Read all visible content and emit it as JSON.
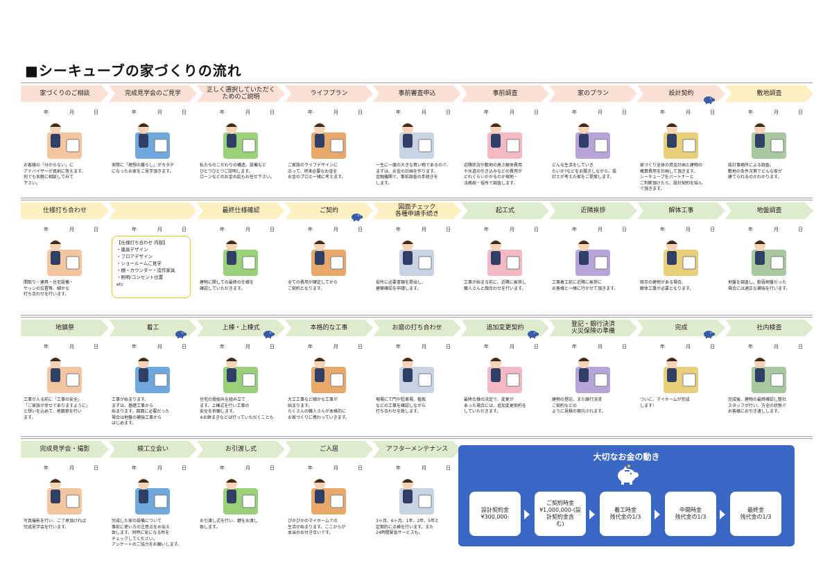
{
  "title": "■シーキューブの家づくりの流れ",
  "date_labels": {
    "year": "年",
    "month": "月",
    "day": "日"
  },
  "rows": [
    {
      "steps": [
        {
          "label": "家づくりのご相談",
          "color": "pink",
          "desc": "お客様の「分からない」に\nアドバイザーが真剣に答えます。\n何でも気軽に相談してみて\n下さい。",
          "pig": false
        },
        {
          "label": "完成見学会のご見学",
          "color": "pink",
          "desc": "実際に「理想の暮らし」がカタチ\nになったお家をご見学頂きます。",
          "pig": false
        },
        {
          "label": "正しく選択していただく\nためのご説明",
          "color": "pink",
          "desc": "私たちのこだわりの構造、設備など\nひとつひとつご説明します。\nローンなどのお金の話もお任せ下さい。",
          "pig": false
        },
        {
          "label": "ライフプラン",
          "color": "pink",
          "desc": "ご家族のライフデザインに\n沿って、将来必要なお金を\nお金のプロと一緒に考えます。",
          "pig": false
        },
        {
          "label": "事前審査申込",
          "color": "pink",
          "desc": "一生に一度の大きな買い物であるので、\nまずは、お金の計画を作ります。\n金融機関で、事前調査の手続きを\nします。",
          "pig": false
        },
        {
          "label": "事前調査",
          "color": "pink",
          "desc": "近隣状況や敷地の高さ解体費用\nや水道の引き込みなどの費用が\nどれくらいかかるのか現地・\n法務局・役所で調査します。",
          "pig": false
        },
        {
          "label": "家のプラン",
          "color": "pink",
          "desc": "どんな生活をしていき\nたいか?などをお聞きしながら、設\n計士が考えた家をご提案します。",
          "pig": false
        },
        {
          "label": "設計契約",
          "color": "pink",
          "desc": "家づくり全体の資金計画と建物の\n概算費用を計画して頂きます。\nシーキューブをパートナーと\nご判断頂けたら、設計契約を結ん\nで頂きます。",
          "pig": true
        },
        {
          "label": "敷地調査",
          "color": "yellow",
          "desc": "設計事務所による調査。\n敷地の条件次第でどんな家が\n建てられるのかわかります。",
          "pig": false
        }
      ]
    },
    {
      "steps": [
        {
          "label": "仕様打ち合わせ",
          "color": "yellow",
          "desc": "間取り・建具・住宅設備・\nサッシの位置等、細かな\n打ち合わせを行います。",
          "pig": false
        },
        {
          "label": "",
          "color": "yellow",
          "desc": "",
          "pig": false,
          "note": "【仕様打ち合わせ 内容】\n・建具デザイン\n・フロアデザイン\n・ショールームご見学\n・棚・カウンター・造作家具\n・照明/コンセント位置\netc"
        },
        {
          "label": "最終仕様確認",
          "color": "yellow",
          "desc": "建物に関しての最終の仕様を\n確認していただきます。",
          "pig": false
        },
        {
          "label": "ご契約",
          "color": "yellow",
          "desc": "全ての費用が確定してから\nご契約となります。",
          "pig": true
        },
        {
          "label": "図面チェック\n各種申請手続き",
          "color": "yellow",
          "desc": "役所に必要書類を提出し、\n建築確認を申請します。",
          "pig": false
        },
        {
          "label": "起工式",
          "color": "green",
          "desc": "工事が始まる前に、近隣に挨拶し\n職人さんと顔合わせを行います。",
          "pig": false
        },
        {
          "label": "近隣挨拶",
          "color": "green",
          "desc": "工事着工前に近隣に挨拶に\nお客様と一緒に行かせて頂きます。",
          "pig": false
        },
        {
          "label": "解体工事",
          "color": "green",
          "desc": "既存の建物がある場合、\n解体工事が必要となります。",
          "pig": false
        },
        {
          "label": "地盤調査",
          "color": "green",
          "desc": "地盤を調査し、軟弱地盤だった\n場合には適正な補強を行います。",
          "pig": false
        }
      ]
    },
    {
      "steps": [
        {
          "label": "地鎮祭",
          "color": "green",
          "desc": "工事が入る前に「工事の安全」\n「ご家族が幸せでありますように」\nと想いを込めて、地鎮祭を行い\nます。",
          "pig": false
        },
        {
          "label": "着工",
          "color": "green",
          "desc": "工事が始まります。\nまずは、基礎工事から\n始まります。図面に必要だった\n場合は地盤の補強工事から\nはじめます。",
          "pig": true
        },
        {
          "label": "上棟・上棟式",
          "color": "green",
          "desc": "住宅の骨組みを組み立て\nます。上棟式を行い工事の\n安全を祈願します。\n※お餅まきなどは行っていただくことも",
          "pig": true
        },
        {
          "label": "本格的な工事",
          "color": "green",
          "desc": "大工工事など細かな工事が\n始まります。\nたくさんの職人さんが本格的に\nお家づくりに携わっていきます。",
          "pig": false
        },
        {
          "label": "お庭の打ち合わせ",
          "color": "green",
          "desc": "現場にて門や駐車場、植栽\nなどの工事を確認しながら\n打ち合わせを致します。",
          "pig": false
        },
        {
          "label": "追加変更契約",
          "color": "green",
          "desc": "最終仕様の決定で、変更が\nあった場合には、追加変更契約を\nしていただきます。",
          "pig": true
        },
        {
          "label": "登記・銀行決済\n火災保険の準備",
          "color": "green",
          "desc": "建物の登記、また銀行決済\nご契約などの\nように見積の案内されます。",
          "pig": false
        },
        {
          "label": "完成",
          "color": "green",
          "desc": "ついに、マイホームが完成\nします!",
          "pig": true
        },
        {
          "label": "社内検査",
          "color": "green",
          "desc": "完成後、建物の最終確認し整社\nスタッフが行い、万全の状態で\nお客様にお引き渡しします。",
          "pig": false
        }
      ]
    },
    {
      "steps": [
        {
          "label": "完成見学会・撮影",
          "color": "green",
          "desc": "写真撮影を行い、ご了承頂ければ\n完成見学会を行います。",
          "pig": false
        },
        {
          "label": "検工立会い",
          "color": "green",
          "desc": "完成した家の設備について\n事前に使い方の注意点をお伝え\n致します。同時に気になる所を\nチェックしてください。\nアンケートのご協力をお願いします。",
          "pig": false
        },
        {
          "label": "お引渡し式",
          "color": "green",
          "desc": "お引渡し式を行い、鍵をお渡し\n致します。",
          "pig": false
        },
        {
          "label": "ご入居",
          "color": "green",
          "desc": "ぴかぴかのマイホームでの\n生活が始まります。ここからが\n本当のお付き合いです。",
          "pig": false
        },
        {
          "label": "アフターメンテナンス",
          "color": "green",
          "desc": "3ヶ月、6ヶ月、1年、2年、5年と\n定期的に点検を行います。また\n24時間緊急サービスも。",
          "pig": false
        }
      ]
    }
  ],
  "money": {
    "title": "大切なお金の動き",
    "boxes": [
      "設計契約金\n¥300,000-",
      "ご契約時金\n¥1,000,000-(設\n計契約金含\nむ)",
      "着工時金\n残代金の1/3",
      "中間時金\n残代金の1/3",
      "最終金\n残代金の1/3"
    ]
  },
  "colors": {
    "pink": "#fbe0d5",
    "yellow": "#fcefc0",
    "green": "#deeccd",
    "money_bg": "#3a67c4",
    "pig": "#3a5ca8"
  }
}
